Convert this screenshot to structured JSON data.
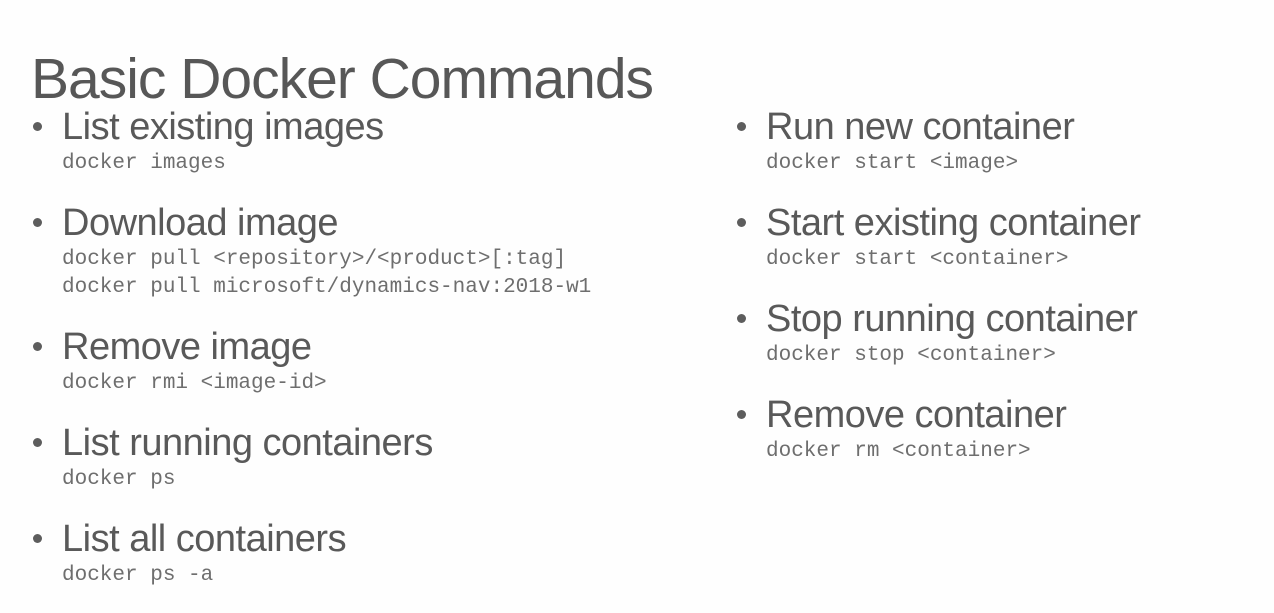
{
  "slide": {
    "title": "Basic Docker Commands",
    "columns": {
      "left": [
        {
          "heading": "List existing images",
          "code": [
            "docker images"
          ]
        },
        {
          "heading": "Download image",
          "code": [
            "docker pull <repository>/<product>[:tag]",
            "docker pull microsoft/dynamics-nav:2018-w1"
          ]
        },
        {
          "heading": "Remove image",
          "code": [
            "docker rmi <image-id>"
          ]
        },
        {
          "heading": "List running containers",
          "code": [
            "docker ps"
          ]
        },
        {
          "heading": "List all containers",
          "code": [
            "docker ps -a"
          ]
        }
      ],
      "right": [
        {
          "heading": "Run new container",
          "code": [
            "docker start <image>"
          ]
        },
        {
          "heading": "Start existing container",
          "code": [
            "docker start <container>"
          ]
        },
        {
          "heading": "Stop running container",
          "code": [
            "docker stop <container>"
          ]
        },
        {
          "heading": "Remove container",
          "code": [
            "docker rm <container>"
          ]
        }
      ]
    }
  },
  "colors": {
    "background": "#fefefe",
    "title_text": "#575757",
    "heading_text": "#595959",
    "code_text": "#6e6e6e",
    "bullet_dot": "#5d5d5d"
  }
}
